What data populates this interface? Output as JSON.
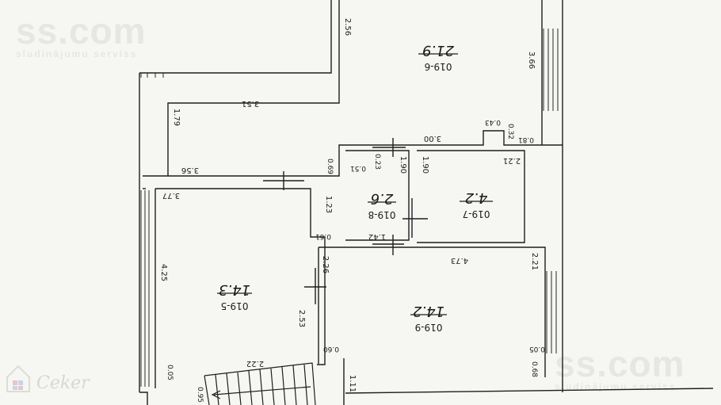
{
  "watermarks": {
    "top_left": {
      "title": "ss.com",
      "subtitle": "sludinājumu serviss"
    },
    "bottom_right": {
      "title": "ss.com",
      "subtitle": "sludinājumu serviss"
    },
    "bottom_left_brand": "Ceker"
  },
  "rooms": {
    "r6": {
      "code": "019-6",
      "area": "21.9"
    },
    "r5": {
      "code": "019-5",
      "area": "14.3"
    },
    "r8": {
      "code": "019-8",
      "area": "2.6"
    },
    "r7": {
      "code": "019-7",
      "area": "4.2"
    },
    "r9": {
      "code": "019-9",
      "area": "14.2"
    }
  },
  "dimensions": {
    "d_2_56": "2.56",
    "d_3_66": "3.66",
    "d_3_51": "3.51",
    "d_1_79": "1.79",
    "d_0_43": "0.43",
    "d_0_32": "0.32",
    "d_0_81": "0.81",
    "d_3_00": "3.00",
    "d_3_56": "3.56",
    "d_0_69": "0.69",
    "d_0_51": "0.51",
    "d_0_23": "0.23",
    "d_1_90_a": "1.90",
    "d_1_90_b": "1.90",
    "d_2_21_a": "2.21",
    "d_3_77": "3.77",
    "d_1_23": "1.23",
    "d_0_61": "0.61",
    "d_1_42": "1.42",
    "d_4_73": "4.73",
    "d_2_21_b": "2.21",
    "d_4_25": "4.25",
    "d_2_26": "2.26",
    "d_2_53": "2.53",
    "d_0_60": "0.60",
    "d_0_05_a": "0.05",
    "d_0_68": "0.68",
    "d_2_22": "2.22",
    "d_0_05_b": "0.05",
    "d_1_11": "1.11",
    "d_0_95": "0.95"
  }
}
